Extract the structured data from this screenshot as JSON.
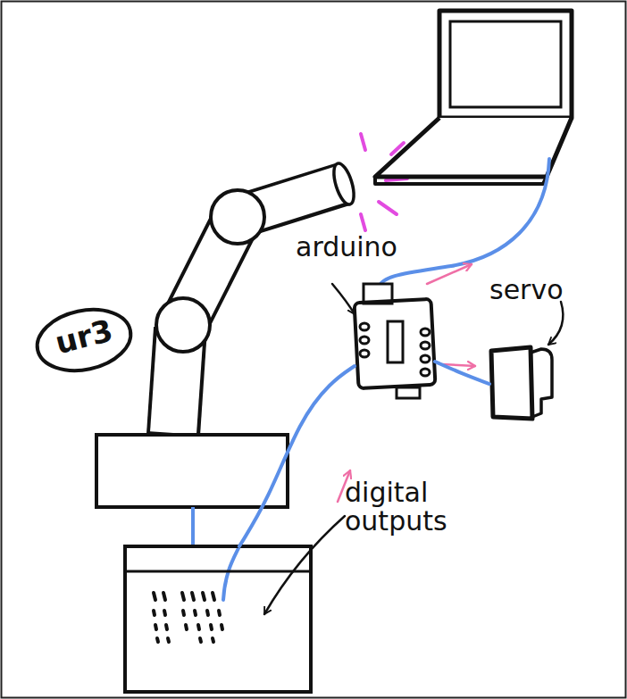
{
  "diagram": {
    "nodes": [
      {
        "text": [
          "ur3"
        ]
      },
      {
        "text": [
          "arduino"
        ]
      },
      {
        "text": [
          "servo"
        ]
      },
      {
        "text": [
          "digital outputs"
        ]
      }
    ],
    "edges": [
      {
        "from": 3,
        "to": 1,
        "arrow": "none"
      },
      {
        "from": 1,
        "to": 2,
        "arrow": "none"
      }
    ]
  }
}
